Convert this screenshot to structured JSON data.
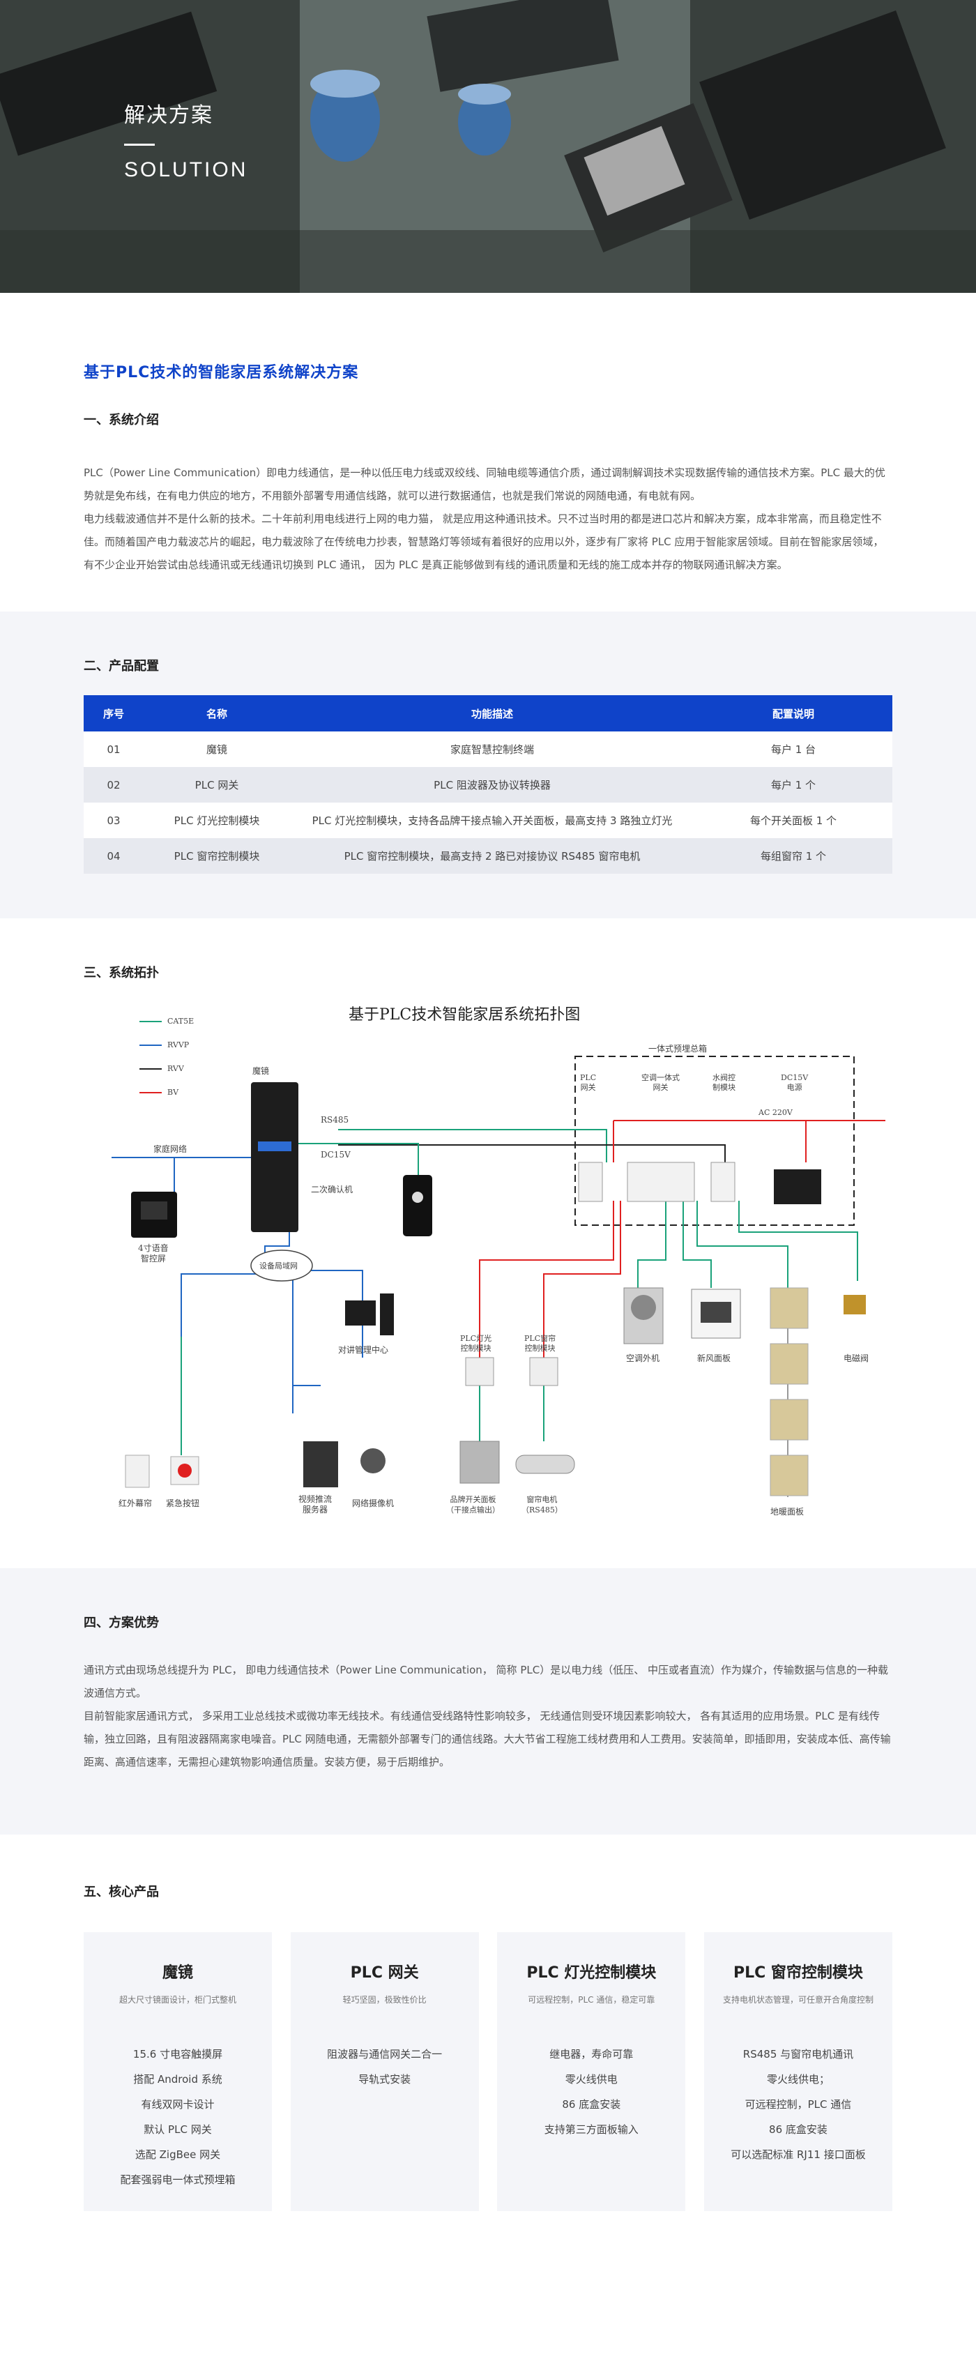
{
  "hero": {
    "title_cn": "解决方案",
    "title_en": "SOLUTION"
  },
  "intro": {
    "main_title": "基于PLC技术的智能家居系统解决方案",
    "heading": "一、系统介绍",
    "paragraphs": [
      "PLC（Power Line Communication）即电力线通信，是一种以低压电力线或双绞线、同轴电缆等通信介质，通过调制解调技术实现数据传输的通信技术方案。PLC 最大的优势就是免布线，在有电力供应的地方，不用额外部署专用通信线路，就可以进行数据通信，也就是我们常说的网随电通，有电就有网。",
      "电力线载波通信并不是什么新的技术。二十年前利用电线进行上网的电力猫， 就是应用这种通讯技术。只不过当时用的都是进口芯片和解决方案，成本非常高，而且稳定性不佳。而随着国产电力载波芯片的崛起，电力载波除了在传统电力抄表，智慧路灯等领域有着很好的应用以外，逐步有厂家将 PLC 应用于智能家居领域。目前在智能家居领域， 有不少企业开始尝试由总线通讯或无线通讯切换到 PLC 通讯， 因为 PLC 是真正能够做到有线的通讯质量和无线的施工成本并存的物联网通讯解决方案。"
    ]
  },
  "config": {
    "heading": "二、产品配置",
    "columns": [
      "序号",
      "名称",
      "功能描述",
      "配置说明"
    ],
    "rows": [
      [
        "01",
        "魔镜",
        "家庭智慧控制终端",
        "每户 1 台"
      ],
      [
        "02",
        "PLC 网关",
        "PLC 阻波器及协议转换器",
        "每户 1 个"
      ],
      [
        "03",
        "PLC 灯光控制模块",
        "PLC 灯光控制模块，支持各品牌干接点输入开关面板，最高支持 3 路独立灯光",
        "每个开关面板 1 个"
      ],
      [
        "04",
        "PLC 窗帘控制模块",
        "PLC 窗帘控制模块，最高支持 2 路已对接协议 RS485 窗帘电机",
        "每组窗帘 1 个"
      ]
    ]
  },
  "topology": {
    "heading": "三、系统拓扑",
    "diagram_title": "基于PLC技术智能家居系统拓扑图",
    "legend": [
      "CAT5E",
      "RVVP",
      "RVV",
      "BV"
    ],
    "colors": {
      "cat5e": "#1aa27a",
      "rvvp": "#1f66c2",
      "rvv": "#222222",
      "bv": "#e02020"
    },
    "labels": {
      "mirror": "魔镜",
      "rs485": "RS485",
      "dc15v": "DC15V",
      "home_net": "家庭网络",
      "door": "二次确认机",
      "voice_panel": "4寸语音\n智控屏",
      "lan": "设备局域网",
      "intercom": "对讲管理中心",
      "box": "一体式预埋总箱",
      "plc_gw": "PLC\n网关",
      "ac_gw": "空调一体式\n网关",
      "water": "水阀控\n制模块",
      "psu": "DC15V\n电源",
      "ac220": "AC 220V",
      "light_mod": "PLC灯光\n控制模块",
      "curtain_mod": "PLC窗帘\n控制模块",
      "ac_unit": "空调外机",
      "fresh_air": "新风面板",
      "valve": "电磁阀",
      "pir": "红外幕帘",
      "sos": "紧急按钮",
      "nvr": "视频推流\n服务器",
      "camera": "网络摄像机",
      "switch": "品牌开关面板\n（干接点输出）",
      "motor": "窗帘电机\n（RS485）",
      "floor_heat": "地暖面板"
    }
  },
  "advantage": {
    "heading": "四、方案优势",
    "paragraphs": [
      "通讯方式由现场总线提升为 PLC， 即电力线通信技术（Power Line Communication， 简称 PLC）是以电力线（低压、 中压或者直流）作为媒介，传输数据与信息的一种载波通信方式。",
      "目前智能家居通讯方式， 多采用工业总线技术或微功率无线技术。有线通信受线路特性影响较多， 无线通信则受环境因素影响较大， 各有其适用的应用场景。PLC 是有线传输，独立回路，且有阻波器隔离家电噪音。PLC 网随电通，无需额外部署专门的通信线路。大大节省工程施工线材费用和人工费用。安装简单，即插即用，安装成本低、高传输距离、高通信速率，无需担心建筑物影响通信质量。安装方便，易于后期维护。"
    ]
  },
  "core": {
    "heading": "五、核心产品",
    "cards": [
      {
        "title": "魔镜",
        "subtitle": "超大尺寸镜面设计，柜门式整机",
        "features": [
          "15.6 寸电容触摸屏",
          "搭配 Android 系统",
          "有线双网卡设计",
          "默认 PLC 网关",
          "选配 ZigBee 网关",
          "配套强弱电一体式预埋箱"
        ]
      },
      {
        "title": "PLC 网关",
        "subtitle": "轻巧坚固，极致性价比",
        "features": [
          "阻波器与通信网关二合一",
          "导轨式安装"
        ]
      },
      {
        "title": "PLC 灯光控制模块",
        "subtitle": "可远程控制，PLC 通信，稳定可靠",
        "features": [
          "继电器，寿命可靠",
          "零火线供电",
          "86 底盒安装",
          "支持第三方面板输入"
        ]
      },
      {
        "title": "PLC 窗帘控制模块",
        "subtitle": "支持电机状态管理，可任意开合角度控制",
        "features": [
          "RS485 与窗帘电机通讯",
          "零火线供电；",
          "可远程控制，PLC 通信",
          "86 底盒安装",
          "可以选配标准 RJ11 接口面板"
        ]
      }
    ]
  }
}
